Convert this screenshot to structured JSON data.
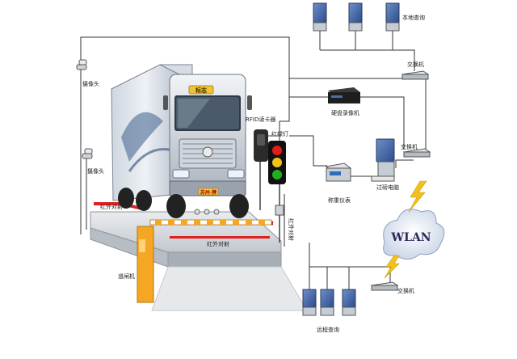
{
  "labels": {
    "camera_top": "摄像头",
    "camera_mid": "摄像头",
    "rfid_reader": "RFID读卡器",
    "traffic_light": "红绿灯",
    "infrared_left": "红外对射",
    "infrared_bottom": "红外对射",
    "infrared_right": "红外对射",
    "barrier": "道闸机",
    "switch_top": "交换机",
    "switch_mid": "交换机",
    "switch_bottom": "交换机",
    "dvr": "硬盘录像机",
    "weighing_instrument": "称重仪表",
    "weighing_pc": "过磅电脑",
    "local_query": "本地查询",
    "remote_query": "远程查询",
    "wlan": "WLAN",
    "cab_sign": "标志",
    "plate": "苏州·牌"
  },
  "colors": {
    "line": "#333333",
    "infrared": "#e02020",
    "barrier": "#f5a623",
    "scale": "#d9dde2",
    "lightning": "#f2c21a",
    "cloud": "#eef2f8"
  }
}
